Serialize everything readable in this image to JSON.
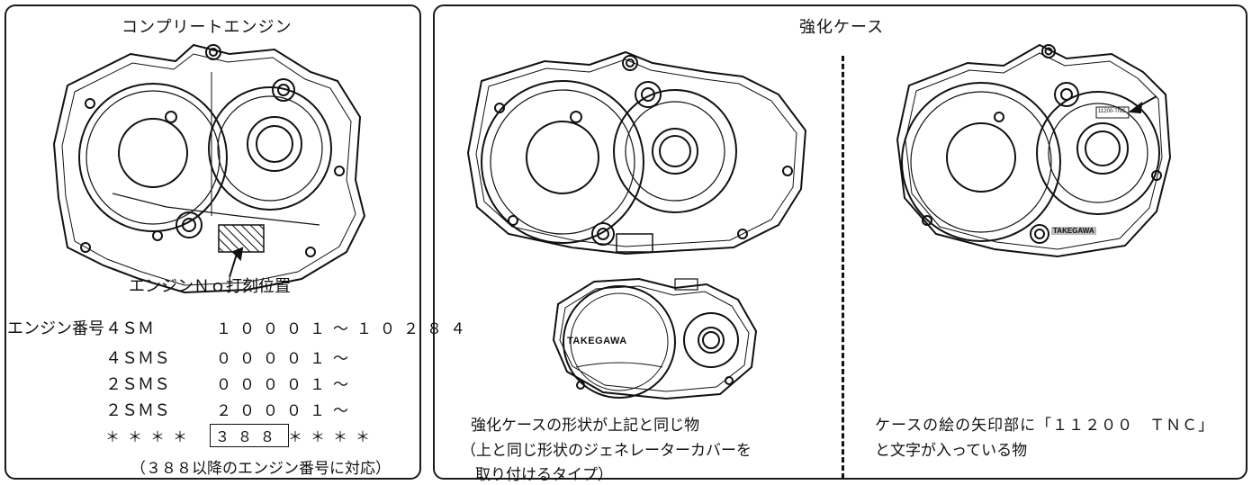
{
  "left": {
    "title": "コンプリートエンジン",
    "callout": "エンジンＮｏ打刻位置",
    "engine_label": "エンジン番号",
    "serials": [
      {
        "model": "４ＳＭ",
        "range": "１０００１～１０２８４"
      },
      {
        "model": "４ＳＭＳ",
        "range": "００００１～"
      },
      {
        "model": "２ＳＭＳ",
        "range": "００００１～"
      },
      {
        "model": "２ＳＭＳ",
        "range": "２０００１～"
      }
    ],
    "pattern_prefix": "＊＊＊＊",
    "pattern_code": "３８８",
    "pattern_suffix": "＊＊＊＊",
    "note": "（３８８以降のエンジン番号に対応）"
  },
  "right": {
    "title": "強化ケース",
    "cover_logo": "TAKEGAWA",
    "case_logo": "TAKEGAWA",
    "stamp_text": "11200-TNC",
    "desc_left_line1": "強化ケースの形状が上記と同じ物",
    "desc_left_line2": "（上と同じ形状のジェネレーターカバーを",
    "desc_left_line3": "取り付けるタイプ）",
    "desc_right_line1": "ケースの絵の矢印部に「１１２００　ＴＮＣ」",
    "desc_right_line2": "と文字が入っている物"
  }
}
